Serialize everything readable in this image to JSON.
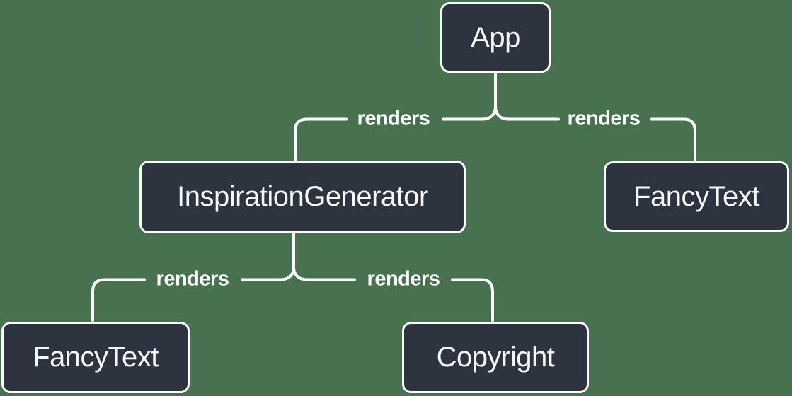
{
  "diagram": {
    "nodes": [
      {
        "id": "app",
        "label": "App"
      },
      {
        "id": "inspiration-generator",
        "label": "InspirationGenerator"
      },
      {
        "id": "fancy-text-right",
        "label": "FancyText"
      },
      {
        "id": "fancy-text-left",
        "label": "FancyText"
      },
      {
        "id": "copyright",
        "label": "Copyright"
      }
    ],
    "edges": [
      {
        "from": "App",
        "to": "InspirationGenerator",
        "label": "renders"
      },
      {
        "from": "App",
        "to": "FancyText",
        "label": "renders"
      },
      {
        "from": "InspirationGenerator",
        "to": "FancyText",
        "label": "renders"
      },
      {
        "from": "InspirationGenerator",
        "to": "Copyright",
        "label": "renders"
      }
    ],
    "colors": {
      "background": "#48714F",
      "node_fill": "#2D3440",
      "node_border": "#FFFFFF",
      "node_text": "#F6F7F9",
      "line": "#FFFFFF",
      "edge_label_text": "#FFFFFF"
    }
  }
}
